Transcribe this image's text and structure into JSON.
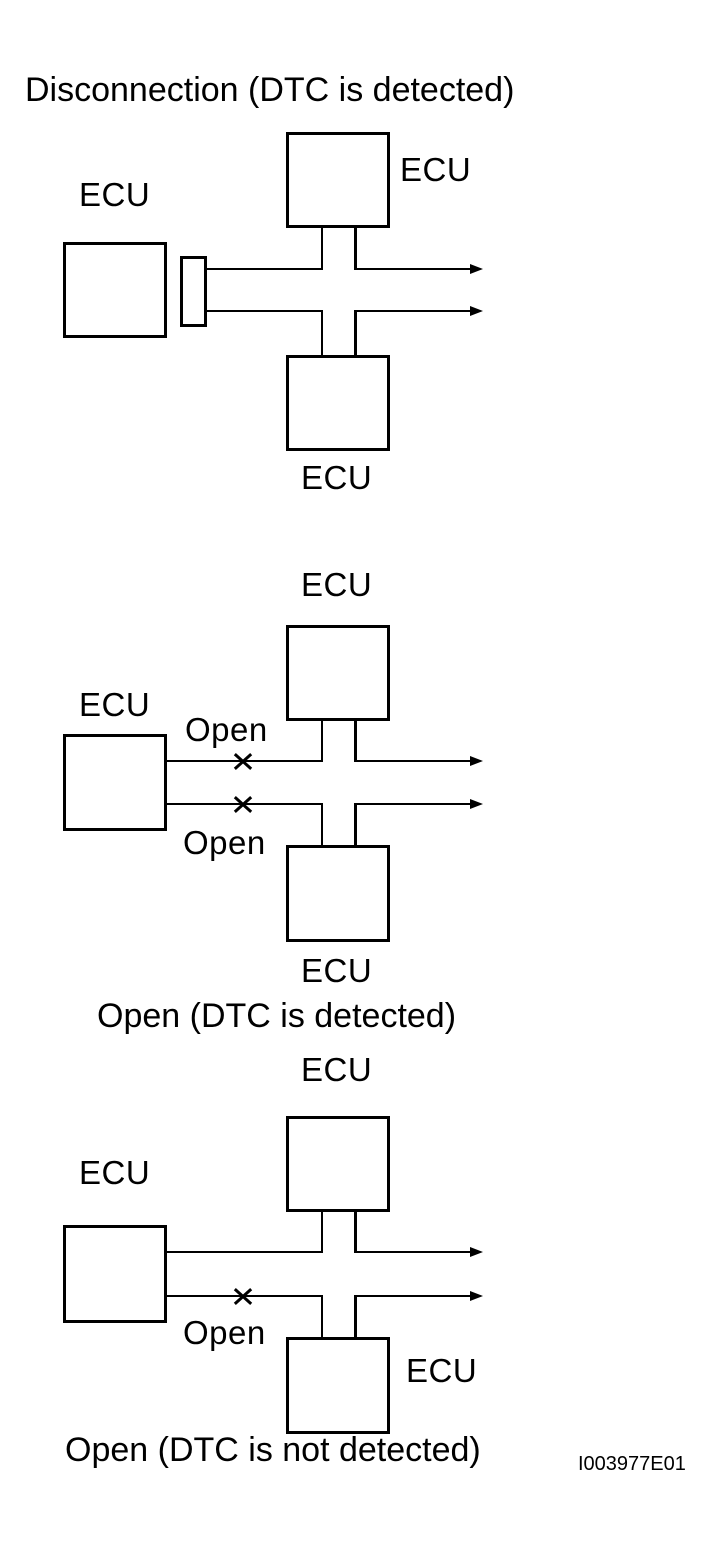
{
  "figure_code": "I003977E01",
  "colors": {
    "ink": "#000000",
    "paper": "#ffffff"
  },
  "diagrams": [
    {
      "name": "disconnection-dtc-detected",
      "caption": "Disconnection (DTC is detected)",
      "caption_placement": "above",
      "ecu_left": "ECU",
      "ecu_top": "ECU",
      "ecu_bottom": "ECU",
      "has_disconnected_connector": true,
      "open_marks": []
    },
    {
      "name": "open-dtc-detected",
      "caption": "Open (DTC is detected)",
      "caption_placement": "below",
      "ecu_left": "ECU",
      "ecu_top": "ECU",
      "ecu_bottom": "ECU",
      "open_upper": "Open",
      "open_lower": "Open",
      "open_marks": [
        "upper-bus-line",
        "lower-bus-line"
      ]
    },
    {
      "name": "open-dtc-not-detected",
      "caption": "Open (DTC is not detected)",
      "caption_placement": "below",
      "ecu_left": "ECU",
      "ecu_top": "ECU",
      "ecu_bottom": "ECU",
      "open_lower": "Open",
      "open_marks": [
        "lower-bus-line"
      ]
    }
  ]
}
